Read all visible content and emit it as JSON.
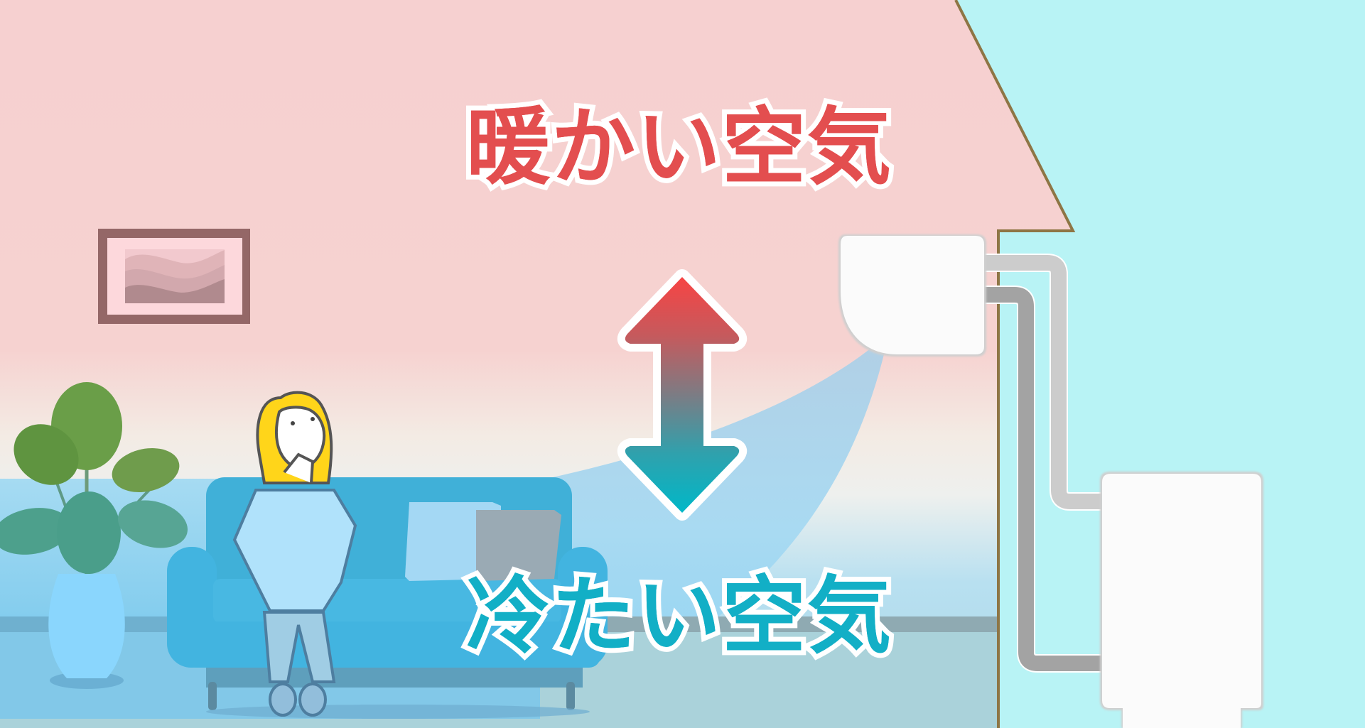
{
  "labels": {
    "warm_air": "暖かい空気",
    "cold_air": "冷たい空気"
  },
  "colors": {
    "warm_wall": "#f6d0d0",
    "mid_wall": "#f2efe8",
    "cold_air_zone": "#9fd9f2",
    "outside": "#b8f3f5",
    "house_outline": "#8e7545",
    "warm_text": "#e34e4f",
    "cold_text": "#12afc6",
    "arrow_top": "#f74444",
    "arrow_bottom": "#00b8c8",
    "pipe_light": "#cccccc",
    "pipe_dark": "#a3a3a3",
    "unit_white": "#fbfbfb",
    "floor": "#aad2da",
    "baseboard": "#8faab2",
    "sofa": "#42b4e0",
    "plant": "#5a9a3a",
    "hair": "#ffd51a",
    "frame": "#946767"
  },
  "icons": {
    "arrow": "up-down-gradient-arrow",
    "indoor_unit": "air-conditioner-indoor-unit",
    "outdoor_unit": "air-conditioner-outdoor-unit",
    "picture": "wall-picture-frame",
    "plant": "monstera-plant",
    "sofa": "sofa",
    "person": "thinking-woman"
  }
}
